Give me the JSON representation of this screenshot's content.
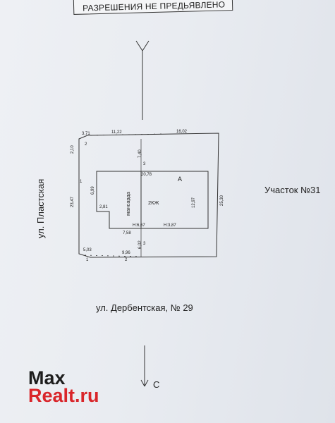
{
  "stamp": {
    "text": "РАЗРЕШЕНИЯ НЕ ПРЕДЬЯВЛЕНО"
  },
  "streets": {
    "left": "ул. Пластская",
    "bottom": "ул. Дербентская, № 29"
  },
  "neighbor_plot": "Участок №31",
  "compass": {
    "south_label": "С"
  },
  "building": {
    "zone_label": "A",
    "type_label": "2КЖ",
    "attic_label": "мансарда",
    "height_left": "Н:6,67",
    "height_right": "Н:3,87"
  },
  "dimensions": {
    "top_1": "3,71",
    "top_2": "11,22",
    "top_3": "16,02",
    "left_top": "2,10",
    "left_main": "23,47",
    "right_main": "25,30",
    "inner_top": "7,40",
    "inner_width": "20,78",
    "inner_right": "12,97",
    "ext_height": "6,99",
    "ext_depth": "2,81",
    "inner_bottom": "7,58",
    "bottom_gap": "6,02",
    "bottom_1": "5,03",
    "bottom_2": "9,96"
  },
  "points": {
    "p1": "1",
    "p2": "2",
    "p3": "3"
  },
  "watermark": {
    "line1": "Max",
    "line2": "Realt.ru"
  },
  "colors": {
    "ink": "#222222",
    "logo_dark": "#1e1e1e",
    "logo_red": "#d9252a"
  }
}
